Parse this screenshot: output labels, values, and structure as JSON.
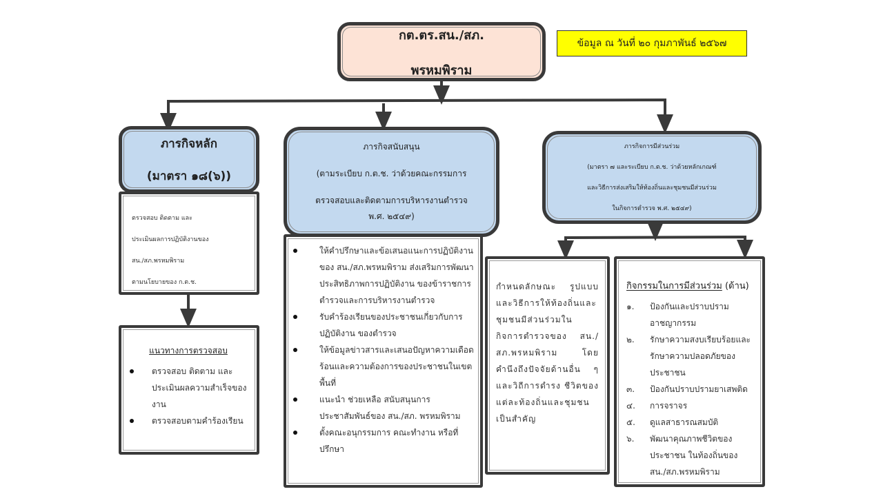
{
  "top": {
    "line1": "กต.ตร.สน./สภ.",
    "line2": "พรหมพิราม"
  },
  "date_badge": "ข้อมูล ณ วันที่ ๒๐ กุมภาพันธ์ ๒๕๖๗",
  "main_mission": {
    "title": "ภารกิจหลัก",
    "subtitle": "(มาตรา ๑๘(๖))",
    "description_lines": [
      "ตรวจสอบ ติดตาม และ",
      "ประเมินผลการปฏิบัติงานของ",
      "สน./สภ.พรหมพิราม",
      "ตามนโยบายของ ก.ต.ช."
    ]
  },
  "inspection": {
    "title": "แนวทางการตรวจสอบ",
    "items": [
      "ตรวจสอบ ติดตาม และประเมินผลความสำเร็จของงาน",
      "ตรวจสอบตามคำร้องเรียน"
    ]
  },
  "support_mission": {
    "title": "ภารกิจสนับสนุน",
    "line2": "(ตามระเบียบ  ก.ต.ช. ว่าด้วยคณะกรรมการ",
    "line3": "ตรวจสอบและติดตามการบริหารงานตำรวจ",
    "line4": "พ.ศ. ๒๕๔๙)",
    "items": [
      "ให้คำปรึกษาและข้อเสนอแนะการปฏิบัติงาน ของ สน./สภ.พรหมพิราม ส่งเสริมการพัฒนาประสิทธิภาพการปฏิบัติงาน ของข้าราชการตำรวจและการบริหารงานตำรวจ",
      "รับคำร้องเรียนของประชาชนเกี่ยวกับการปฏิบัติงาน ของตำรวจ",
      "ให้ข้อมูลข่าวสารและเสนอปัญหาความเดือดร้อนและความต้องการของประชาชนในเขตพื้นที่",
      "แนะนำ ช่วยเหลือ สนับสนุนการประชาสัมพันธ์ของ สน./สภ. พรหมพิราม",
      "ตั้งคณะอนุกรรมการ คณะทำงาน หรือที่ปรึกษา"
    ]
  },
  "participation_mission": {
    "lines": [
      "ภารกิจการมีส่วนร่วม",
      "(มาตรา ๗ และระเบียบ  ก.ต.ช. ว่าด้วยหลักเกณฑ์",
      "และวิธีการส่งเสริมให้ท้องถิ่นและชุมชนมีส่วนร่วม",
      "ในกิจการตำรวจ  พ.ศ. ๒๕๔๙)"
    ]
  },
  "participation_desc": "กำหนดลักษณะ รูปแบบและวิธีการให้ท้องถิ่นและชุมชนมีส่วนร่วมในกิจการตำรวจของ สน./สภ.พรหมพิราม โดยคำนึงถึงปัจจัยด้านอื่น ๆ และวิถีการดำรง ชีวิตของแต่ละท้องถิ่นและชุมชนเป็นสำคัญ",
  "activities": {
    "title": "กิจกรรมในการมีส่วนร่วม",
    "title_suffix": "(ด้าน)",
    "items": [
      {
        "num": "๑.",
        "text": "ป้องกันและปราบปรามอาชญากรรม"
      },
      {
        "num": "๒.",
        "text": "รักษาความสงบเรียบร้อยและรักษาความปลอดภัยของประชาชน"
      },
      {
        "num": "๓.",
        "text": "ป้องกันปราบปรามยาเสพติด"
      },
      {
        "num": "๔.",
        "text": "การจราจร"
      },
      {
        "num": "๕.",
        "text": "ดูแลสาธารณสมบัติ"
      },
      {
        "num": "๖.",
        "text": "พัฒนาคุณภาพชีวิตของประชาชน ในท้องถิ่นของ สน./สภ.พรหมพิราม"
      }
    ]
  },
  "colors": {
    "top_box": "#fde3d6",
    "mission_box": "#c3d9ef",
    "date_badge": "#ffff00",
    "line": "#3a3a3a"
  }
}
